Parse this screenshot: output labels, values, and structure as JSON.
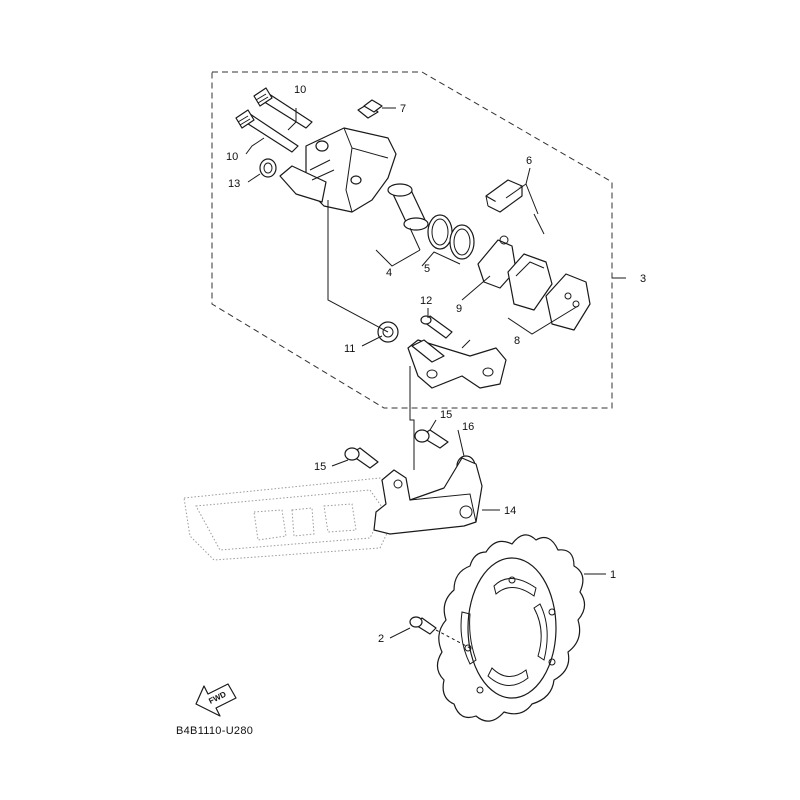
{
  "diagram": {
    "callouts": {
      "c1": "1",
      "c2": "2",
      "c3": "3",
      "c4": "4",
      "c5": "5",
      "c6": "6",
      "c7": "7",
      "c8": "8",
      "c9": "9",
      "c10a": "10",
      "c10b": "10",
      "c11": "11",
      "c12": "12",
      "c13": "13",
      "c14": "14",
      "c15a": "15",
      "c15b": "15",
      "c16": "16"
    },
    "fwd_label": "FWD",
    "diagram_code": "B4B1110-U280"
  }
}
